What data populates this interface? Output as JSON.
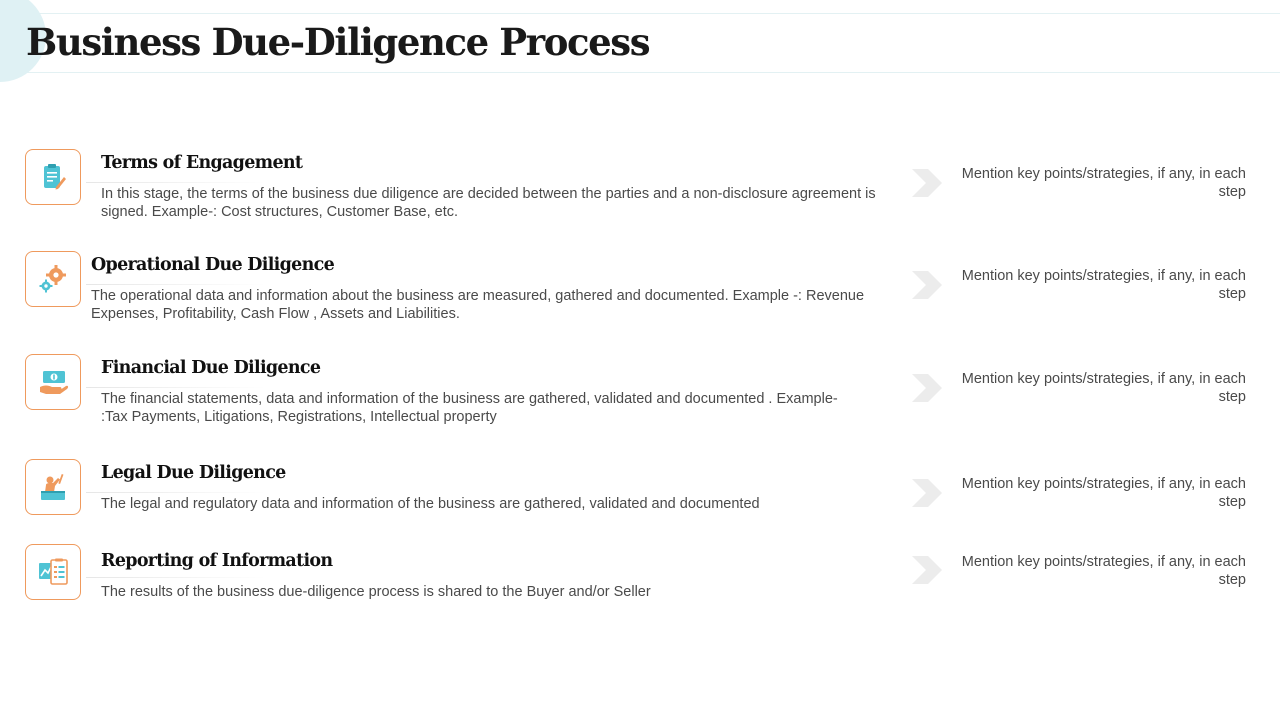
{
  "title": "Business Due-Diligence Process",
  "colors": {
    "accent_orange": "#ef9a5d",
    "accent_teal": "#4fc3d4",
    "header_tint": "#dff1f4"
  },
  "steps": [
    {
      "icon": "clipboard-pencil-icon",
      "title": "Terms of Engagement",
      "description": "In this stage, the terms of the business due diligence are decided between the parties and a non-disclosure agreement is signed. Example-: Cost structures, Customer Base, etc.",
      "note": "Mention key points/strategies, if any, in each step"
    },
    {
      "icon": "gears-icon",
      "title": "Operational Due Diligence",
      "description": "The operational data and information about the business are measured,  gathered and documented. Example -: Revenue Expenses, Profitability,  Cash Flow , Assets and Liabilities.",
      "note": "Mention key points/strategies, if any, in each step"
    },
    {
      "icon": "money-hand-icon",
      "title": "Financial Due Diligence",
      "description": "The financial statements, data and information of the business are gathered, validated and documented . Example- :Tax Payments, Litigations, Registrations, Intellectual  property",
      "note": "Mention key points/strategies, if any, in each step"
    },
    {
      "icon": "person-desk-icon",
      "title": "Legal Due Diligence",
      "description": "The legal and regulatory data and information of the business are gathered, validated and documented",
      "note": "Mention key points/strategies, if any, in each step"
    },
    {
      "icon": "report-board-icon",
      "title": "Reporting of Information",
      "description": "The results of the business due-diligence process is shared to the Buyer and/or Seller",
      "note": "Mention key points/strategies, if any, in each step"
    }
  ]
}
